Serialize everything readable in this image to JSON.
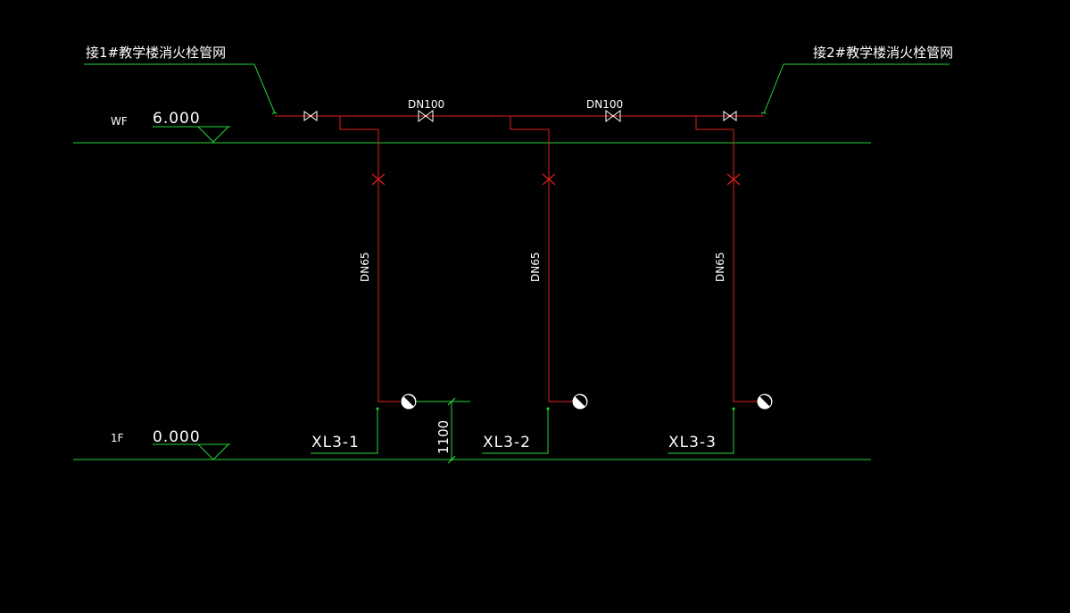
{
  "colors": {
    "background": "#000000",
    "pipe": "#e0201c",
    "annotation": "#22d63a",
    "text": "#ffffff"
  },
  "connections": {
    "left": "接1#教学楼消火栓管网",
    "right": "接2#教学楼消火栓管网"
  },
  "levels": [
    {
      "label": "WF",
      "elevation": "6.000"
    },
    {
      "label": "1F",
      "elevation": "0.000"
    }
  ],
  "main_pipe": {
    "size_left": "DN100",
    "size_right": "DN100"
  },
  "risers": [
    {
      "id": "XL3-1",
      "size": "DN65"
    },
    {
      "id": "XL3-2",
      "size": "DN65"
    },
    {
      "id": "XL3-3",
      "size": "DN65"
    }
  ],
  "dimension": {
    "value": "1100"
  },
  "icons": [
    "gate-valve-icon",
    "butterfly-valve-icon",
    "fire-hydrant-icon",
    "elevation-marker-icon"
  ]
}
